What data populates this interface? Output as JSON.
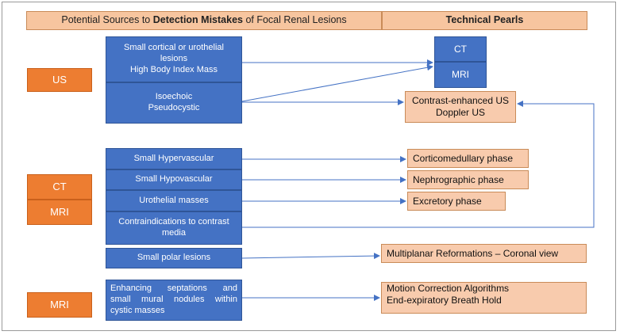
{
  "header": {
    "left_prefix": "Potential Sources to ",
    "left_bold": "Detection Mistakes",
    "left_suffix": " of Focal Renal Lesions",
    "right": "Technical Pearls"
  },
  "modalities": {
    "us": "US",
    "ct": "CT",
    "mri_1": "MRI",
    "mri_2": "MRI"
  },
  "sources": {
    "small_cortical_line1": "Small cortical or urothelial",
    "small_cortical_line2": "lesions",
    "small_cortical_line3": "High Body Index Mass",
    "isoechoic_line1": "Isoechoic",
    "isoechoic_line2": "Pseudocystic",
    "small_hypervascular": "Small Hypervascular",
    "small_hypovascular": "Small Hypovascular",
    "urothelial_masses": "Urothelial masses",
    "contraindications_line1": "Contraindications to contrast",
    "contraindications_line2": "media",
    "small_polar": "Small polar lesions",
    "enhancing_line1": "Enhancing septations and",
    "enhancing_line2": "small mural nodules within",
    "enhancing_line3": "cystic masses"
  },
  "pearls": {
    "ct": "CT",
    "mri": "MRI",
    "ceus_line1": "Contrast-enhanced US",
    "ceus_line2": "Doppler US",
    "corticomedullary": "Corticomedullary phase",
    "nephrographic": "Nephrographic phase",
    "excretory": "Excretory phase",
    "multiplanar": "Multiplanar Reformations – Coronal view",
    "motion_line1": "Motion Correction Algorithms",
    "motion_line2": "End-expiratory Breath Hold"
  },
  "colors": {
    "header_fill": "#f7c59f",
    "modality_fill": "#ed7d31",
    "source_fill": "#4472c4",
    "pearl_fill": "#f8cbad",
    "arrow": "#4472c4"
  }
}
